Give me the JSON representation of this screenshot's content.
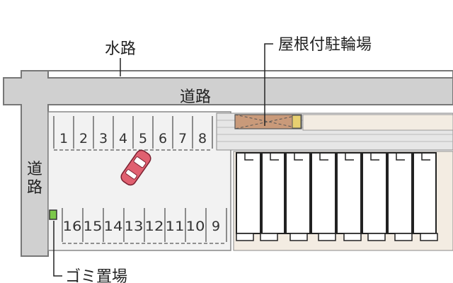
{
  "labels": {
    "canal": "水路",
    "covered_bike_parking": "屋根付駐輪場",
    "road_top": "道路",
    "road_left": [
      "道",
      "路"
    ],
    "garbage": "ゴミ置場"
  },
  "parking": {
    "top_row": [
      "1",
      "2",
      "3",
      "4",
      "5",
      "6",
      "7",
      "8"
    ],
    "bottom_row": [
      "16",
      "15",
      "14",
      "13",
      "12",
      "11",
      "10",
      "9"
    ]
  },
  "colors": {
    "road": "#d0d0d0",
    "road_edge": "#777777",
    "car": "#e06070",
    "bike_shed": "#c99a7a",
    "garbage": "#7cc84a",
    "yard": "#f3ece2"
  }
}
